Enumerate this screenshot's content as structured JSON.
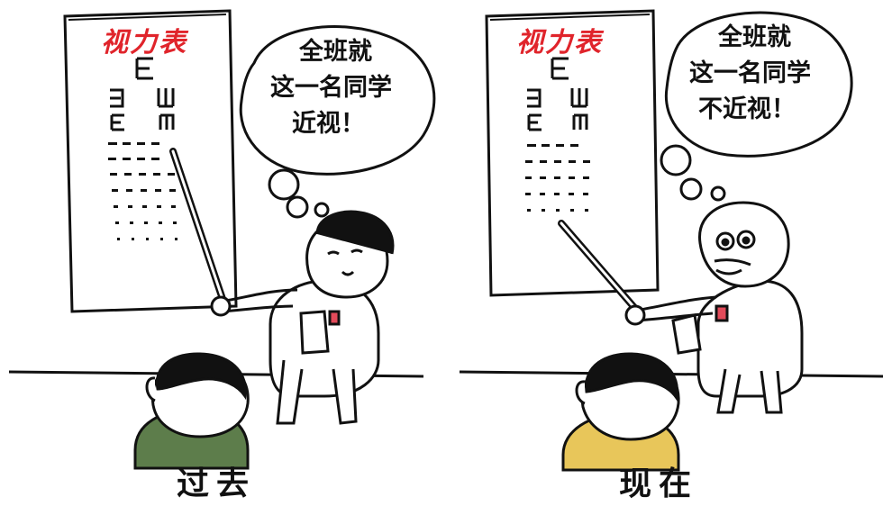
{
  "left_panel": {
    "chart_title": "视力表",
    "bubble_lines": [
      "全班就",
      "这一名同学",
      "近视！"
    ],
    "caption": "过去",
    "colors": {
      "child_shirt": "#5d7d4b"
    }
  },
  "right_panel": {
    "chart_title": "视力表",
    "bubble_lines": [
      "全班就",
      "这一名同学",
      "不近视！"
    ],
    "caption": "现在",
    "colors": {
      "child_shirt": "#e8c65a"
    }
  },
  "colors": {
    "chart_title": "#e0242b",
    "ink": "#111111"
  }
}
